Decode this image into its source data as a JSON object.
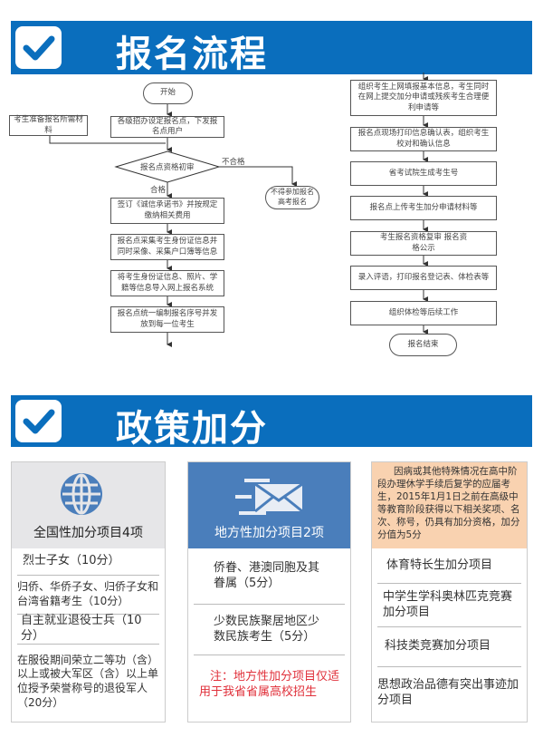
{
  "section1": {
    "title": "报名流程",
    "icon": "checkbox-icon"
  },
  "flow_left": {
    "start": "开始",
    "side_box": "考生准备报名所需材料",
    "step1": "各级招办设定报名点，下发报名点用户",
    "decision": "报名点资格初审",
    "fail_label": "不合格",
    "pass_label": "合格",
    "fail_end": "不得参加报名高考报名",
    "step2": "签订《诚信承诺书》并按规定缴纳相关费用",
    "step3": "报名点采集考生身份证信息并同时采像、采集户口簿等信息",
    "step4": "将考生身份证信息、照片、学籍等信息导入网上报名系统",
    "step5": "报名点统一编制报名序号并发放到每一位考生"
  },
  "flow_right": {
    "steps": [
      "组织考生上网填报基本信息，考生同时在网上提交加分申请或残疾考生合理便利申请等",
      "报名点现场打印信息确认表，组织考生校对和确认信息",
      "省考试院生成考生号",
      "报名点上传考生加分申请材料等",
      "考生报名资格复审 报名资格公示",
      "录入评语，打印报名登记表、体检表等",
      "组织体检等后续工作"
    ],
    "end": "报名结束"
  },
  "section2": {
    "title": "政策加分",
    "icon": "checkbox-icon"
  },
  "cards": {
    "national": {
      "icon": "globe-icon",
      "title": "全国性加分项目4项",
      "items": [
        "烈士子女（10分）",
        "归侨、华侨子女、归侨子女和台湾省籍考生（10分）",
        "自主就业退役士兵（10分）",
        "在服役期间荣立二等功（含）以上或被大军区（含）以上单位授予荣誉称号的退役军人（20分）"
      ]
    },
    "local": {
      "icon": "envelope-icon",
      "title": "地方性加分项目2项",
      "items": [
        "侨眷、港澳同胞及其眷属（5分）",
        "少数民族聚居地区少数民族考生（5分）"
      ],
      "note": "注：地方性加分项目仅适用于我省省属高校招生"
    },
    "special": {
      "intro": "因病或其他特殊情况在高中阶段办理休学手续后复学的应届考生，2015年1月1日之前在高级中等教育阶段获得以下相关奖项、名次、称号，仍具有加分资格，加分分值为5分",
      "items": [
        "体育特长生加分项目",
        "中学生学科奥林匹克竞赛加分项目",
        "科技类竞赛加分项目",
        "思想政治品德有突出事迹加分项目"
      ]
    }
  },
  "colors": {
    "banner": "#0a6ebd",
    "card_blue": "#4a7ebb",
    "card_gray": "#e6e6e8",
    "card_peach": "#f9d2b0",
    "note_red": "#e0303a"
  }
}
